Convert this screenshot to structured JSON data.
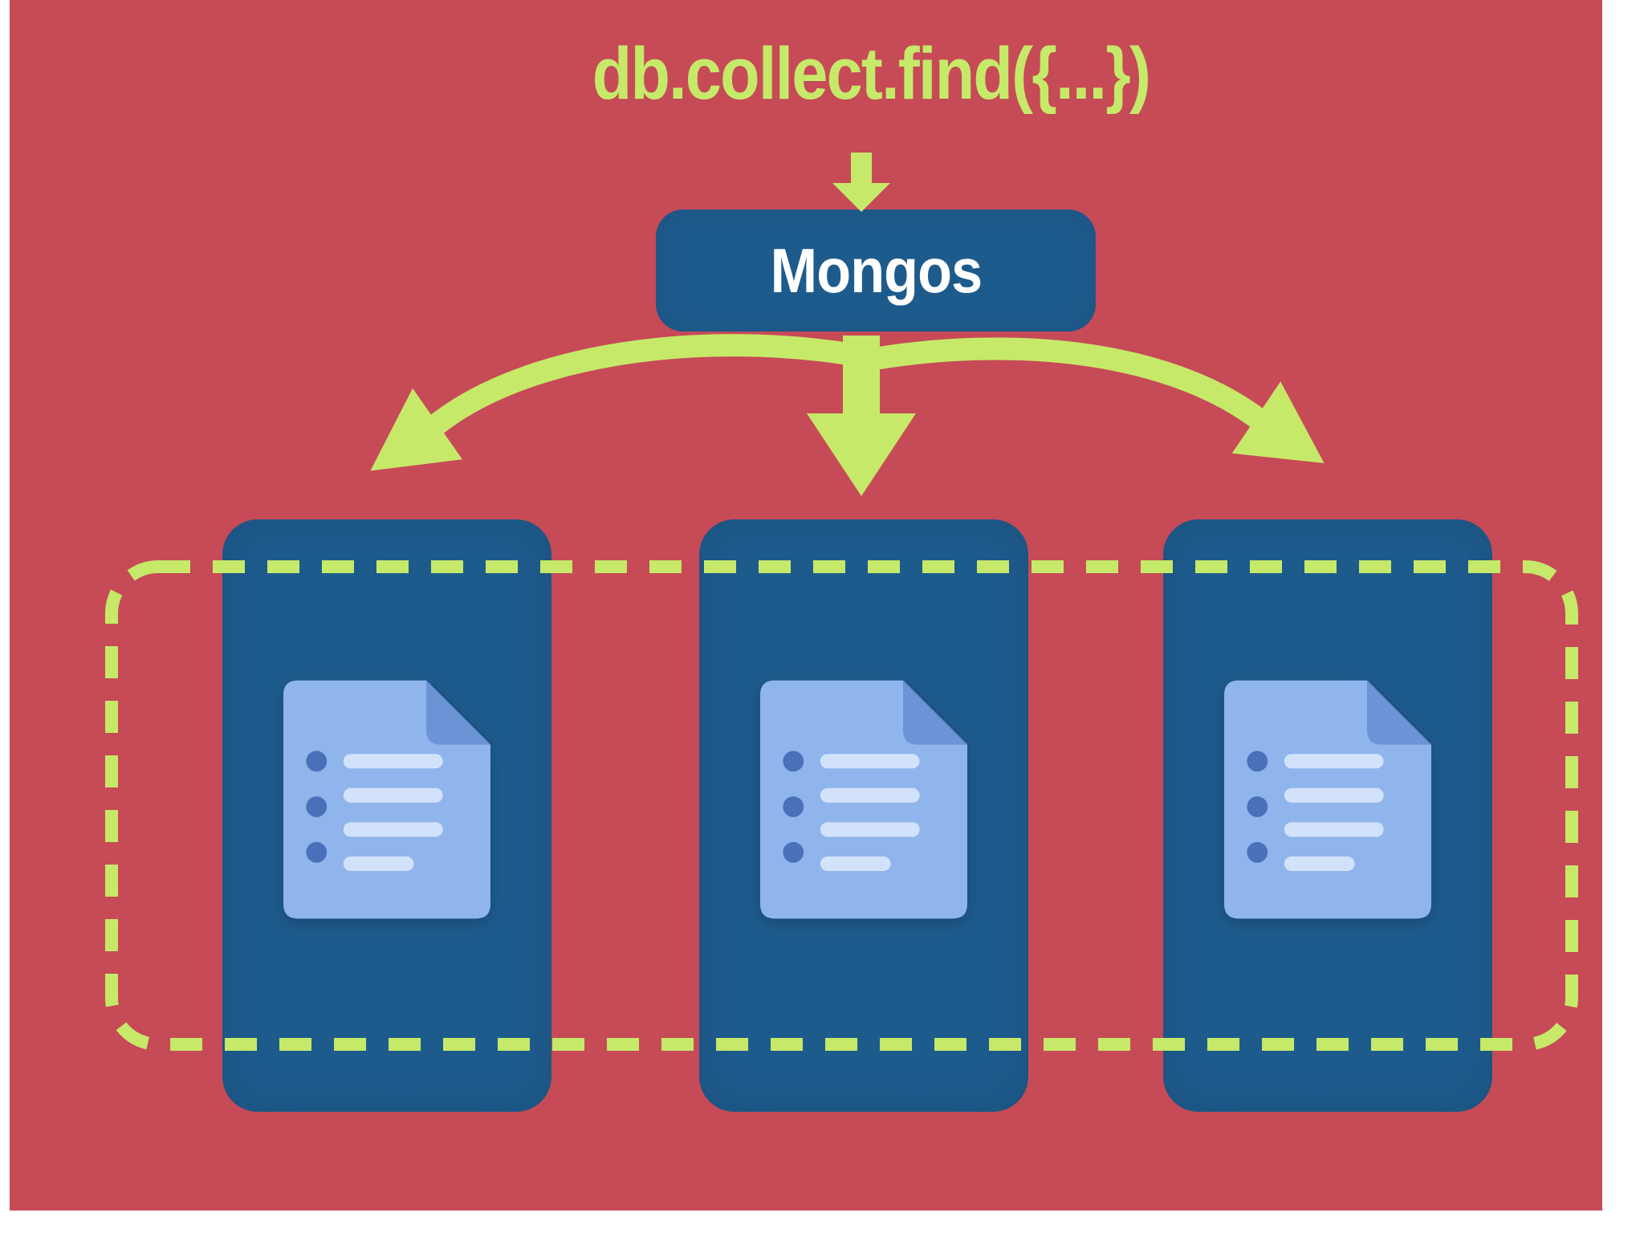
{
  "title": "db.collect.find({...})",
  "router": {
    "label": "Mongos"
  },
  "shards": [
    {
      "icon": "document-icon"
    },
    {
      "icon": "document-icon"
    },
    {
      "icon": "document-icon"
    }
  ],
  "arrows": {
    "query_to_router": "arrow-down-icon",
    "router_to_shards": "fanout-arrows"
  },
  "cluster": {
    "border_style": "dashed"
  },
  "colors": {
    "background": "#c74a57",
    "accent_green": "#c6e96a",
    "box_blue": "#1e5b8d",
    "doc_page": "#8fb5ec",
    "doc_fold": "#6b93d6",
    "doc_line": "#d3e2fb",
    "doc_dot": "#4a70ba",
    "text_white": "#ffffff"
  }
}
